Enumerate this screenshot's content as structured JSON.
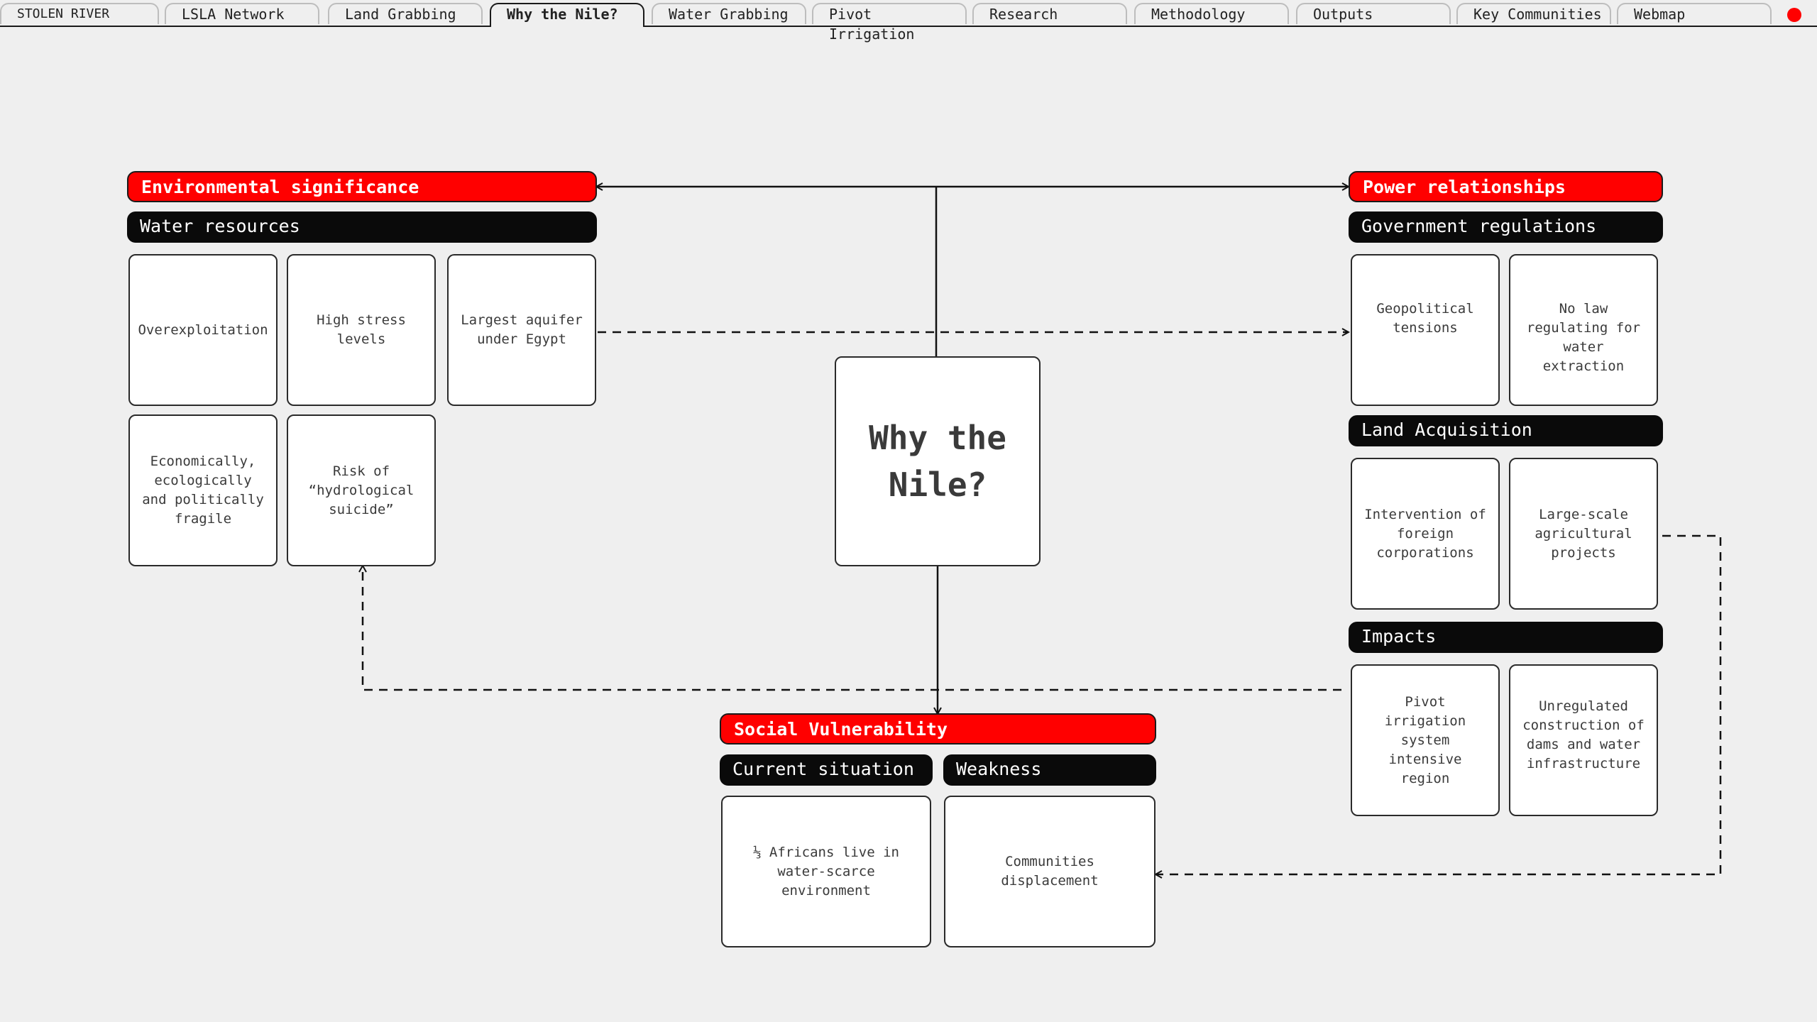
{
  "tabs": [
    {
      "label": "STOLEN RIVER"
    },
    {
      "label": "LSLA Network"
    },
    {
      "label": "Land Grabbing"
    },
    {
      "label": "Why the Nile?"
    },
    {
      "label": "Water Grabbing"
    },
    {
      "label": "Pivot Irrigation"
    },
    {
      "label": "Research"
    },
    {
      "label": "Methodology"
    },
    {
      "label": "Outputs"
    },
    {
      "label": "Key Communities"
    },
    {
      "label": "Webmap"
    }
  ],
  "active_tab": "Why the Nile?",
  "colors": {
    "accent": "#ff0000",
    "header": "#0a0a0a",
    "background": "#efefef"
  },
  "center": {
    "title": "Why the Nile?"
  },
  "environmental": {
    "heading": "Environmental significance",
    "group": "Water resources",
    "cards": [
      "Overexploitation",
      "High stress levels",
      "Largest aquifer under Egypt",
      "Economically, ecologically and politically fragile",
      "Risk of “hydrological suicide”"
    ]
  },
  "power": {
    "heading": "Power relationships",
    "government": {
      "label": "Government regulations",
      "cards": [
        "Geopolitical tensions",
        "No law regulating for water extraction"
      ]
    },
    "land": {
      "label": "Land Acquisition",
      "cards": [
        "Intervention of foreign corporations",
        "Large-scale agricultural projects"
      ]
    },
    "impacts": {
      "label": "Impacts",
      "cards": [
        "Pivot irrigation system intensive region",
        "Unregulated construction of dams and water infrastructure"
      ]
    }
  },
  "social": {
    "heading": "Social Vulnerability",
    "current": {
      "label": "Current situation",
      "card": "⅓ Africans live in water-scarce environment"
    },
    "weakness": {
      "label": "Weakness",
      "card": "Communities displacement"
    }
  }
}
